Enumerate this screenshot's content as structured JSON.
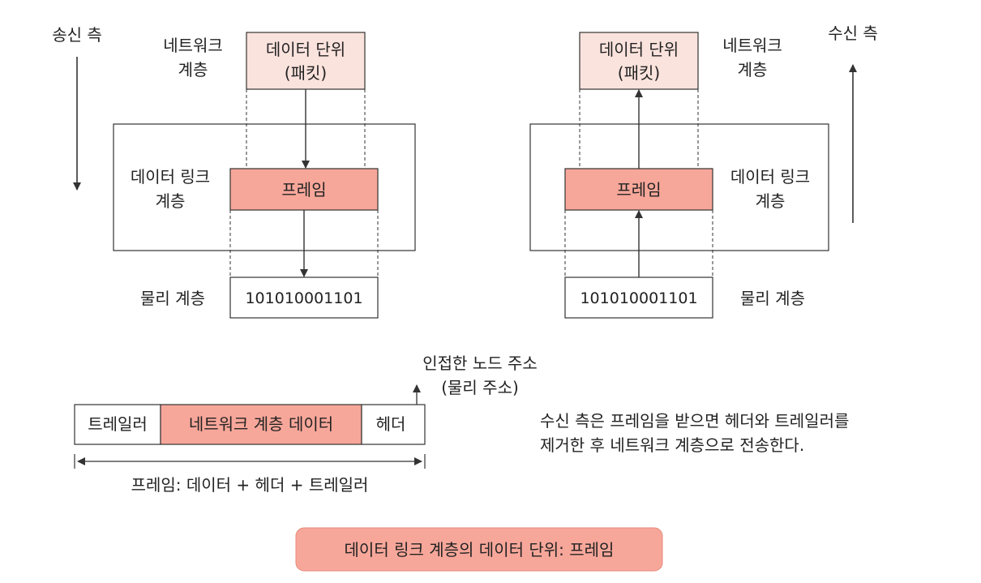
{
  "sender": {
    "direction_label": "송신 측",
    "network_layer_label": [
      "네트워크",
      "계층"
    ],
    "packet_label": [
      "데이터 단위",
      "(패킷)"
    ],
    "datalink_layer_label": [
      "데이터 링크",
      "계층"
    ],
    "frame_label": "프레임",
    "physical_layer_label": "물리 계층",
    "bits": "101010001101"
  },
  "receiver": {
    "direction_label": "수신 측",
    "network_layer_label": [
      "네트워크",
      "계층"
    ],
    "packet_label": [
      "데이터 단위",
      "(패킷)"
    ],
    "datalink_layer_label": [
      "데이터 링크",
      "계층"
    ],
    "frame_label": "프레임",
    "physical_layer_label": "물리 계층",
    "bits": "101010001101"
  },
  "frame_structure": {
    "address_note": [
      "인접한 노드 주소",
      "(물리 주소)"
    ],
    "trailer": "트레일러",
    "network_data": "네트워크 계층 데이터",
    "header": "헤더",
    "formula": "프레임: 데이터 + 헤더 + 트레일러"
  },
  "description": [
    "수신 측은 프레임을 받으면 헤더와 트레일러를",
    "제거한 후 네트워크 계층으로 전송한다."
  ],
  "caption": "데이터 링크 계층의 데이터 단위: 프레임",
  "colors": {
    "packet_fill": "#fbe3dd",
    "frame_fill": "#f7a79a",
    "caption_fill": "#f7a79a",
    "line": "#333333"
  }
}
